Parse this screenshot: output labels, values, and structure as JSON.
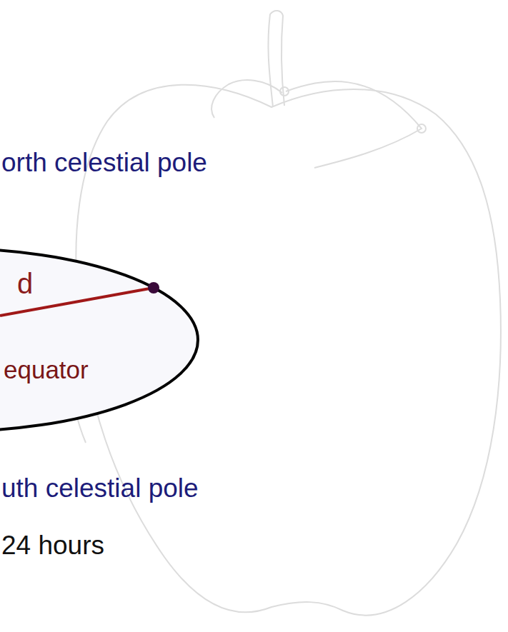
{
  "diagram": {
    "nodes": [
      {
        "text": [
          "d",
          "equator"
        ]
      }
    ],
    "labels": [
      "orth celestial pole",
      "uth celestial pole",
      "24 hours"
    ]
  }
}
